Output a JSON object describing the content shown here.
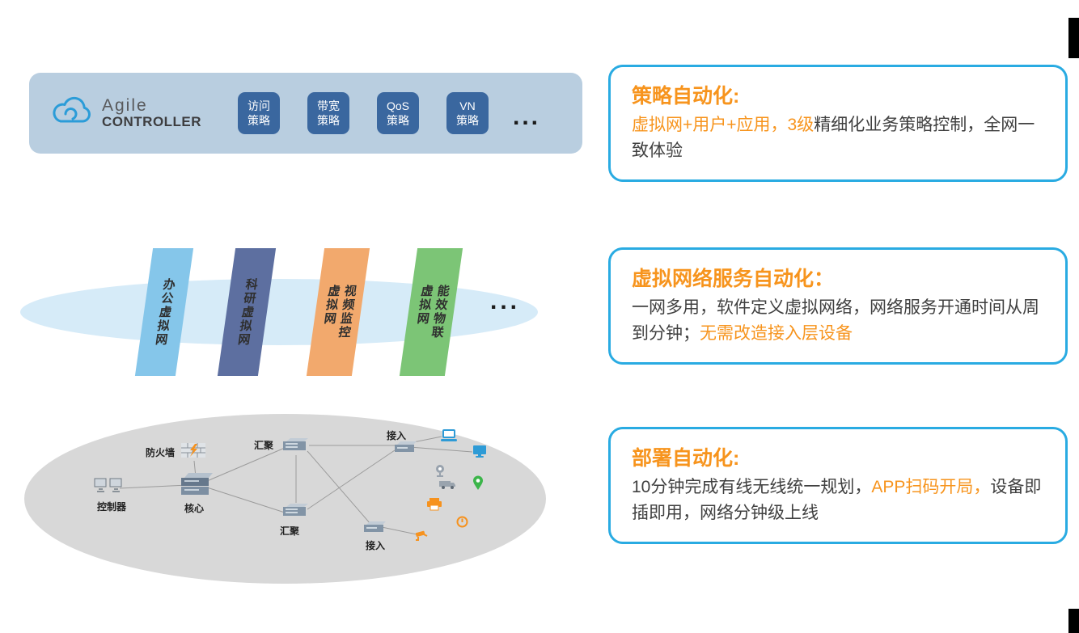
{
  "colors": {
    "callout_border_blue": "#29abe2",
    "highlight_orange": "#f7941d",
    "controller_bar_bg": "#b9cee0",
    "policy_chip_bg": "#3a679f",
    "vn_ellipse_bg": "#d6ebf8",
    "network_ellipse_bg": "#d8d8d8",
    "device_blue": "#2e9bd6",
    "device_gray": "#98a2ad",
    "device_green": "#3cb54a",
    "device_orange": "#f6921e"
  },
  "controller_bar": {
    "brand_top": "Agile",
    "brand_bottom": "CONTROLLER",
    "chips": [
      {
        "lines": [
          "访问",
          "策略"
        ]
      },
      {
        "lines": [
          "带宽",
          "策略"
        ]
      },
      {
        "lines": [
          "QoS",
          "策略"
        ]
      },
      {
        "lines": [
          "VN",
          "策略"
        ]
      }
    ],
    "ellipsis": "..."
  },
  "virtual_network_layer": {
    "panels": [
      {
        "label_lines": [
          "办公虚拟网"
        ],
        "color": "#85c6ea"
      },
      {
        "label_lines": [
          "科研虚拟网"
        ],
        "color": "#5d6fa0"
      },
      {
        "label_lines": [
          "视频监控",
          "虚拟网"
        ],
        "color": "#f2a96d"
      },
      {
        "label_lines": [
          "能效物联",
          "虚拟网"
        ],
        "color": "#7cc576"
      }
    ],
    "ellipsis": "..."
  },
  "network_layer": {
    "labels": {
      "controller": "控制器",
      "core": "核心",
      "firewall": "防火墙",
      "agg_top": "汇聚",
      "agg_bottom": "汇聚",
      "access_top": "接入",
      "access_bottom": "接入"
    }
  },
  "callouts": [
    {
      "title": "策略自动化:",
      "segments": [
        {
          "text": "虚拟网+用户+应用，3级",
          "color": "#f7941d"
        },
        {
          "text": "精细化业务策略控制，全网一致体验",
          "color": "#404040"
        }
      ]
    },
    {
      "title": "虚拟网络服务自动化：",
      "segments": [
        {
          "text": "一网多用，软件定义虚拟网络，网络服务开通时间从周到分钟；",
          "color": "#404040"
        },
        {
          "text": "无需改造接入层设备",
          "color": "#f7941d"
        }
      ]
    },
    {
      "title": "部署自动化:",
      "segments": [
        {
          "text": "10分钟完成有线无线统一规划，",
          "color": "#404040"
        },
        {
          "text": "APP扫码开局，",
          "color": "#f7941d"
        },
        {
          "text": "设备即插即用，网络分钟级上线",
          "color": "#404040"
        }
      ]
    }
  ]
}
